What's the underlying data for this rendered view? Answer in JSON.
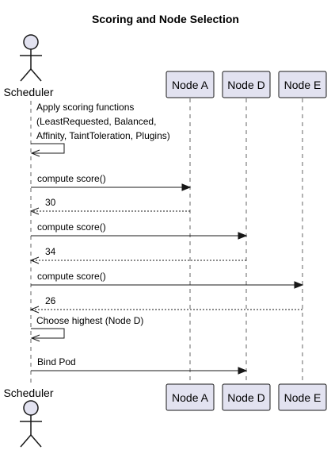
{
  "diagram": {
    "title": "Scoring and Node Selection",
    "actor": {
      "name": "Scheduler"
    },
    "participants": [
      {
        "id": "nodeA",
        "name": "Node A"
      },
      {
        "id": "nodeD",
        "name": "Node D"
      },
      {
        "id": "nodeE",
        "name": "Node E"
      }
    ],
    "messages": [
      {
        "from": "scheduler",
        "to": "scheduler",
        "style": "solid",
        "lines": [
          "Apply scoring functions",
          "(LeastRequested, Balanced,",
          "Affinity, TaintToleration, Plugins)"
        ]
      },
      {
        "from": "scheduler",
        "to": "nodeA",
        "style": "solid",
        "lines": [
          "compute score()"
        ]
      },
      {
        "from": "nodeA",
        "to": "scheduler",
        "style": "dashed",
        "lines": [
          "30"
        ]
      },
      {
        "from": "scheduler",
        "to": "nodeD",
        "style": "solid",
        "lines": [
          "compute score()"
        ]
      },
      {
        "from": "nodeD",
        "to": "scheduler",
        "style": "dashed",
        "lines": [
          "34"
        ]
      },
      {
        "from": "scheduler",
        "to": "nodeE",
        "style": "solid",
        "lines": [
          "compute score()"
        ]
      },
      {
        "from": "nodeE",
        "to": "scheduler",
        "style": "dashed",
        "lines": [
          "26"
        ]
      },
      {
        "from": "scheduler",
        "to": "scheduler",
        "style": "solid",
        "lines": [
          "Choose highest (Node D)"
        ]
      },
      {
        "from": "scheduler",
        "to": "nodeD",
        "style": "solid",
        "lines": [
          "Bind Pod"
        ]
      }
    ]
  }
}
